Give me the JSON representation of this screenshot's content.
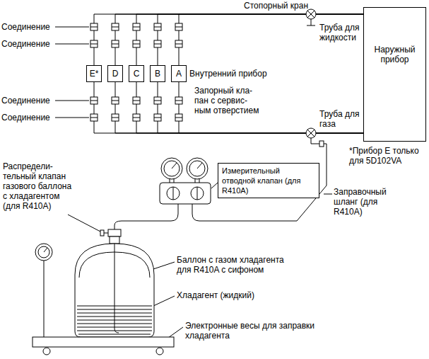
{
  "diagram": {
    "nodes": [
      {
        "text": [
          "E*"
        ]
      },
      {
        "text": [
          "D"
        ]
      },
      {
        "text": [
          "C"
        ]
      },
      {
        "text": [
          "B"
        ]
      },
      {
        "text": [
          "A"
        ]
      },
      {
        "text": [
          "Наружный прибор"
        ]
      },
      {
        "text": [
          "Измерительный отводной клапан (для R410A)"
        ]
      }
    ],
    "edges": [
      {
        "from": 0,
        "to": 5,
        "arrow": "none"
      },
      {
        "from": 1,
        "to": 5,
        "arrow": "none"
      },
      {
        "from": 2,
        "to": 5,
        "arrow": "none"
      },
      {
        "from": 3,
        "to": 5,
        "arrow": "none"
      },
      {
        "from": 4,
        "to": 5,
        "arrow": "none"
      },
      {
        "from": 0,
        "to": 5,
        "arrow": "none"
      },
      {
        "from": 1,
        "to": 5,
        "arrow": "none"
      },
      {
        "from": 2,
        "to": 5,
        "arrow": "none"
      },
      {
        "from": 3,
        "to": 5,
        "arrow": "none"
      },
      {
        "from": 4,
        "to": 5,
        "arrow": "none"
      }
    ],
    "labels": [
      "Стопорный кран",
      "Соединение",
      "Труба для жидкости",
      "Соединение",
      "Внутренний прибор",
      "Соединение",
      "Запорный кла- пан с сервис- ным отверстием",
      "Соединение",
      "Труба для газа",
      "*Прибор E только для 5D102VA",
      "Распредели- тельный клапан газового баллона с хладагентом (для R410A)",
      "Заправочный шланг (для R410A)",
      "Баллон с газом хладагента для R410A с сифоном",
      "Хладагент (жидкий)",
      "Электронные весы для заправки хладагента"
    ]
  }
}
